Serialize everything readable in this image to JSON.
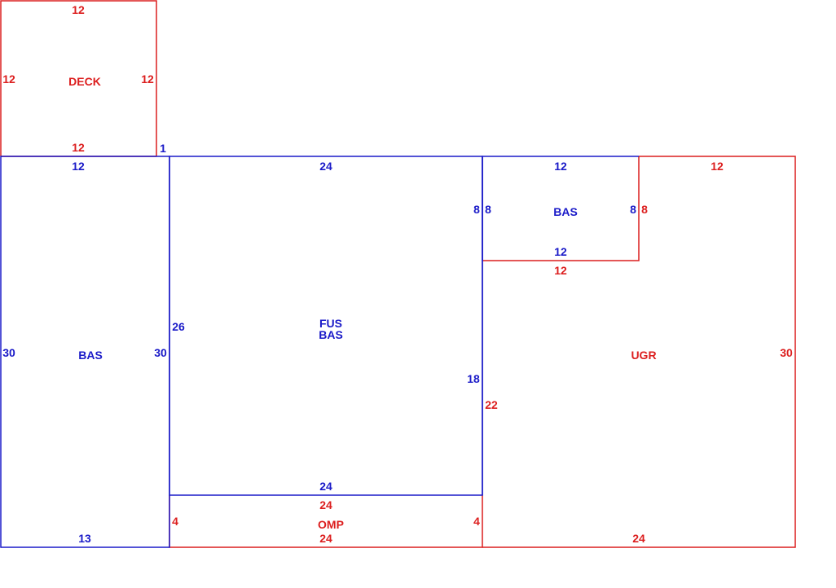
{
  "colors": {
    "living": "#1a1ac8",
    "non_living": "#dc1e1e"
  },
  "areas": {
    "deck": "DECK",
    "bas_left": "BAS",
    "fus": "FUS",
    "fus_bas": "BAS",
    "bas_right": "BAS",
    "ugr": "UGR",
    "omp": "OMP"
  },
  "dims": {
    "deck_top": "12",
    "deck_left": "12",
    "deck_right": "12",
    "deck_bottom": "12",
    "one": "1",
    "bas_left_top": "12",
    "bas_left_left": "30",
    "bas_left_right": "30",
    "bas_left_bottom": "13",
    "fus_top": "24",
    "fus_left": "26",
    "fus_right_top": "8",
    "fus_right_lower": "18",
    "fus_bottom": "24",
    "bas_right_left": "8",
    "bas_right_top": "12",
    "bas_right_right": "8",
    "bas_right_bottom": "12",
    "ugr_top": "12",
    "ugr_left_top": "8",
    "ugr_inner": "12",
    "ugr_right": "30",
    "ugr_left": "22",
    "ugr_bottom": "24",
    "omp_top": "24",
    "omp_left": "4",
    "omp_right": "4",
    "omp_bottom": "24"
  }
}
